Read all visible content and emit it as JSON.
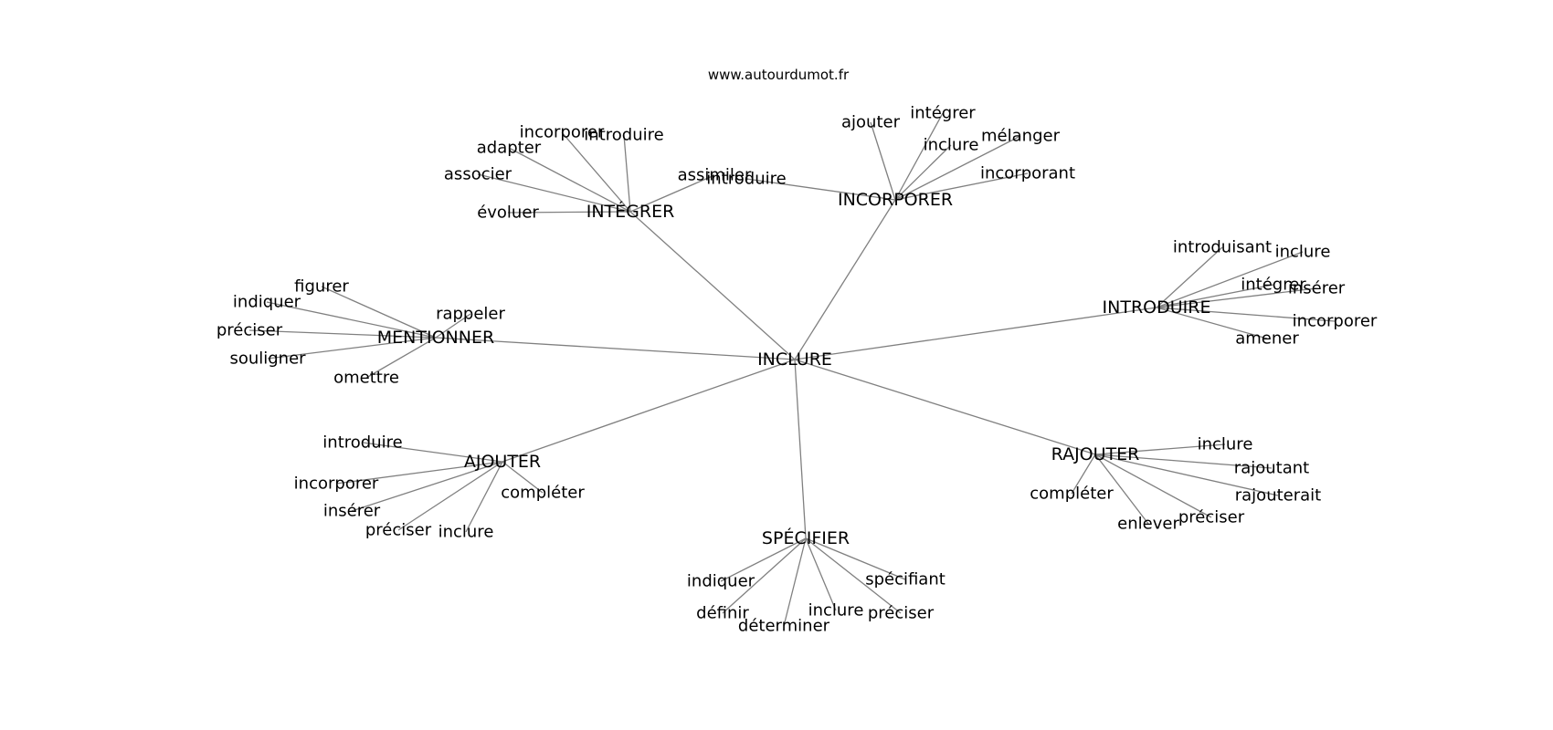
{
  "source": "www.autourdumot.fr",
  "graph": {
    "center": "INCLURE",
    "clusters": [
      {
        "name": "INTÉGRER",
        "words": [
          "incorporer",
          "introduire",
          "adapter",
          "associer",
          "évoluer",
          "assimiler"
        ]
      },
      {
        "name": "INCORPORER",
        "words": [
          "ajouter",
          "intégrer",
          "inclure",
          "mélanger",
          "incorporant",
          "introduire"
        ]
      },
      {
        "name": "INTRODUIRE",
        "words": [
          "introduisant",
          "inclure",
          "intégrer",
          "insérer",
          "incorporer",
          "amener"
        ]
      },
      {
        "name": "MENTIONNER",
        "words": [
          "figurer",
          "indiquer",
          "préciser",
          "souligner",
          "omettre",
          "rappeler"
        ]
      },
      {
        "name": "AJOUTER",
        "words": [
          "introduire",
          "incorporer",
          "insérer",
          "préciser",
          "inclure",
          "compléter"
        ]
      },
      {
        "name": "SPÉCIFIER",
        "words": [
          "indiquer",
          "définir",
          "déterminer",
          "inclure",
          "préciser",
          "spécifiant"
        ]
      },
      {
        "name": "RAJOUTER",
        "words": [
          "inclure",
          "rajoutant",
          "rajouterait",
          "préciser",
          "enlever",
          "compléter"
        ]
      }
    ]
  }
}
